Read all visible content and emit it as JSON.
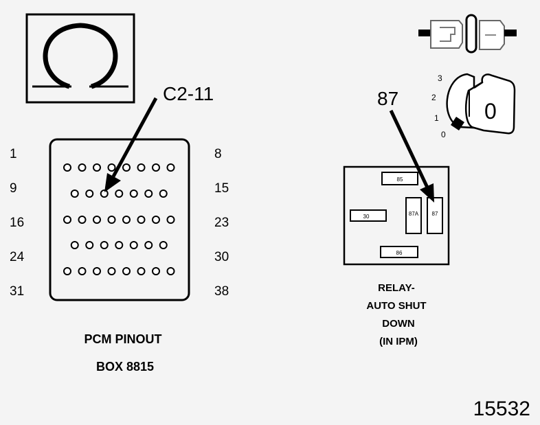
{
  "pcm": {
    "pin_labels_left": [
      "1",
      "9",
      "16",
      "24",
      "31"
    ],
    "pin_labels_right": [
      "8",
      "15",
      "23",
      "30",
      "38"
    ],
    "callout": "C2-11",
    "caption_line1": "PCM PINOUT",
    "caption_line2": "BOX 8815"
  },
  "relay": {
    "callout": "87",
    "terminals": {
      "t85": "85",
      "t30": "30",
      "t87a": "87A",
      "t87": "87",
      "t86": "86"
    },
    "caption": [
      "RELAY-",
      "AUTO SHUT",
      "DOWN",
      "(IN IPM)"
    ]
  },
  "ignition": {
    "positions": [
      "3",
      "2",
      "1",
      "0"
    ],
    "key_label": "0"
  },
  "icon": {
    "name": "ohm-symbol-icon"
  },
  "figure_number": "15532"
}
